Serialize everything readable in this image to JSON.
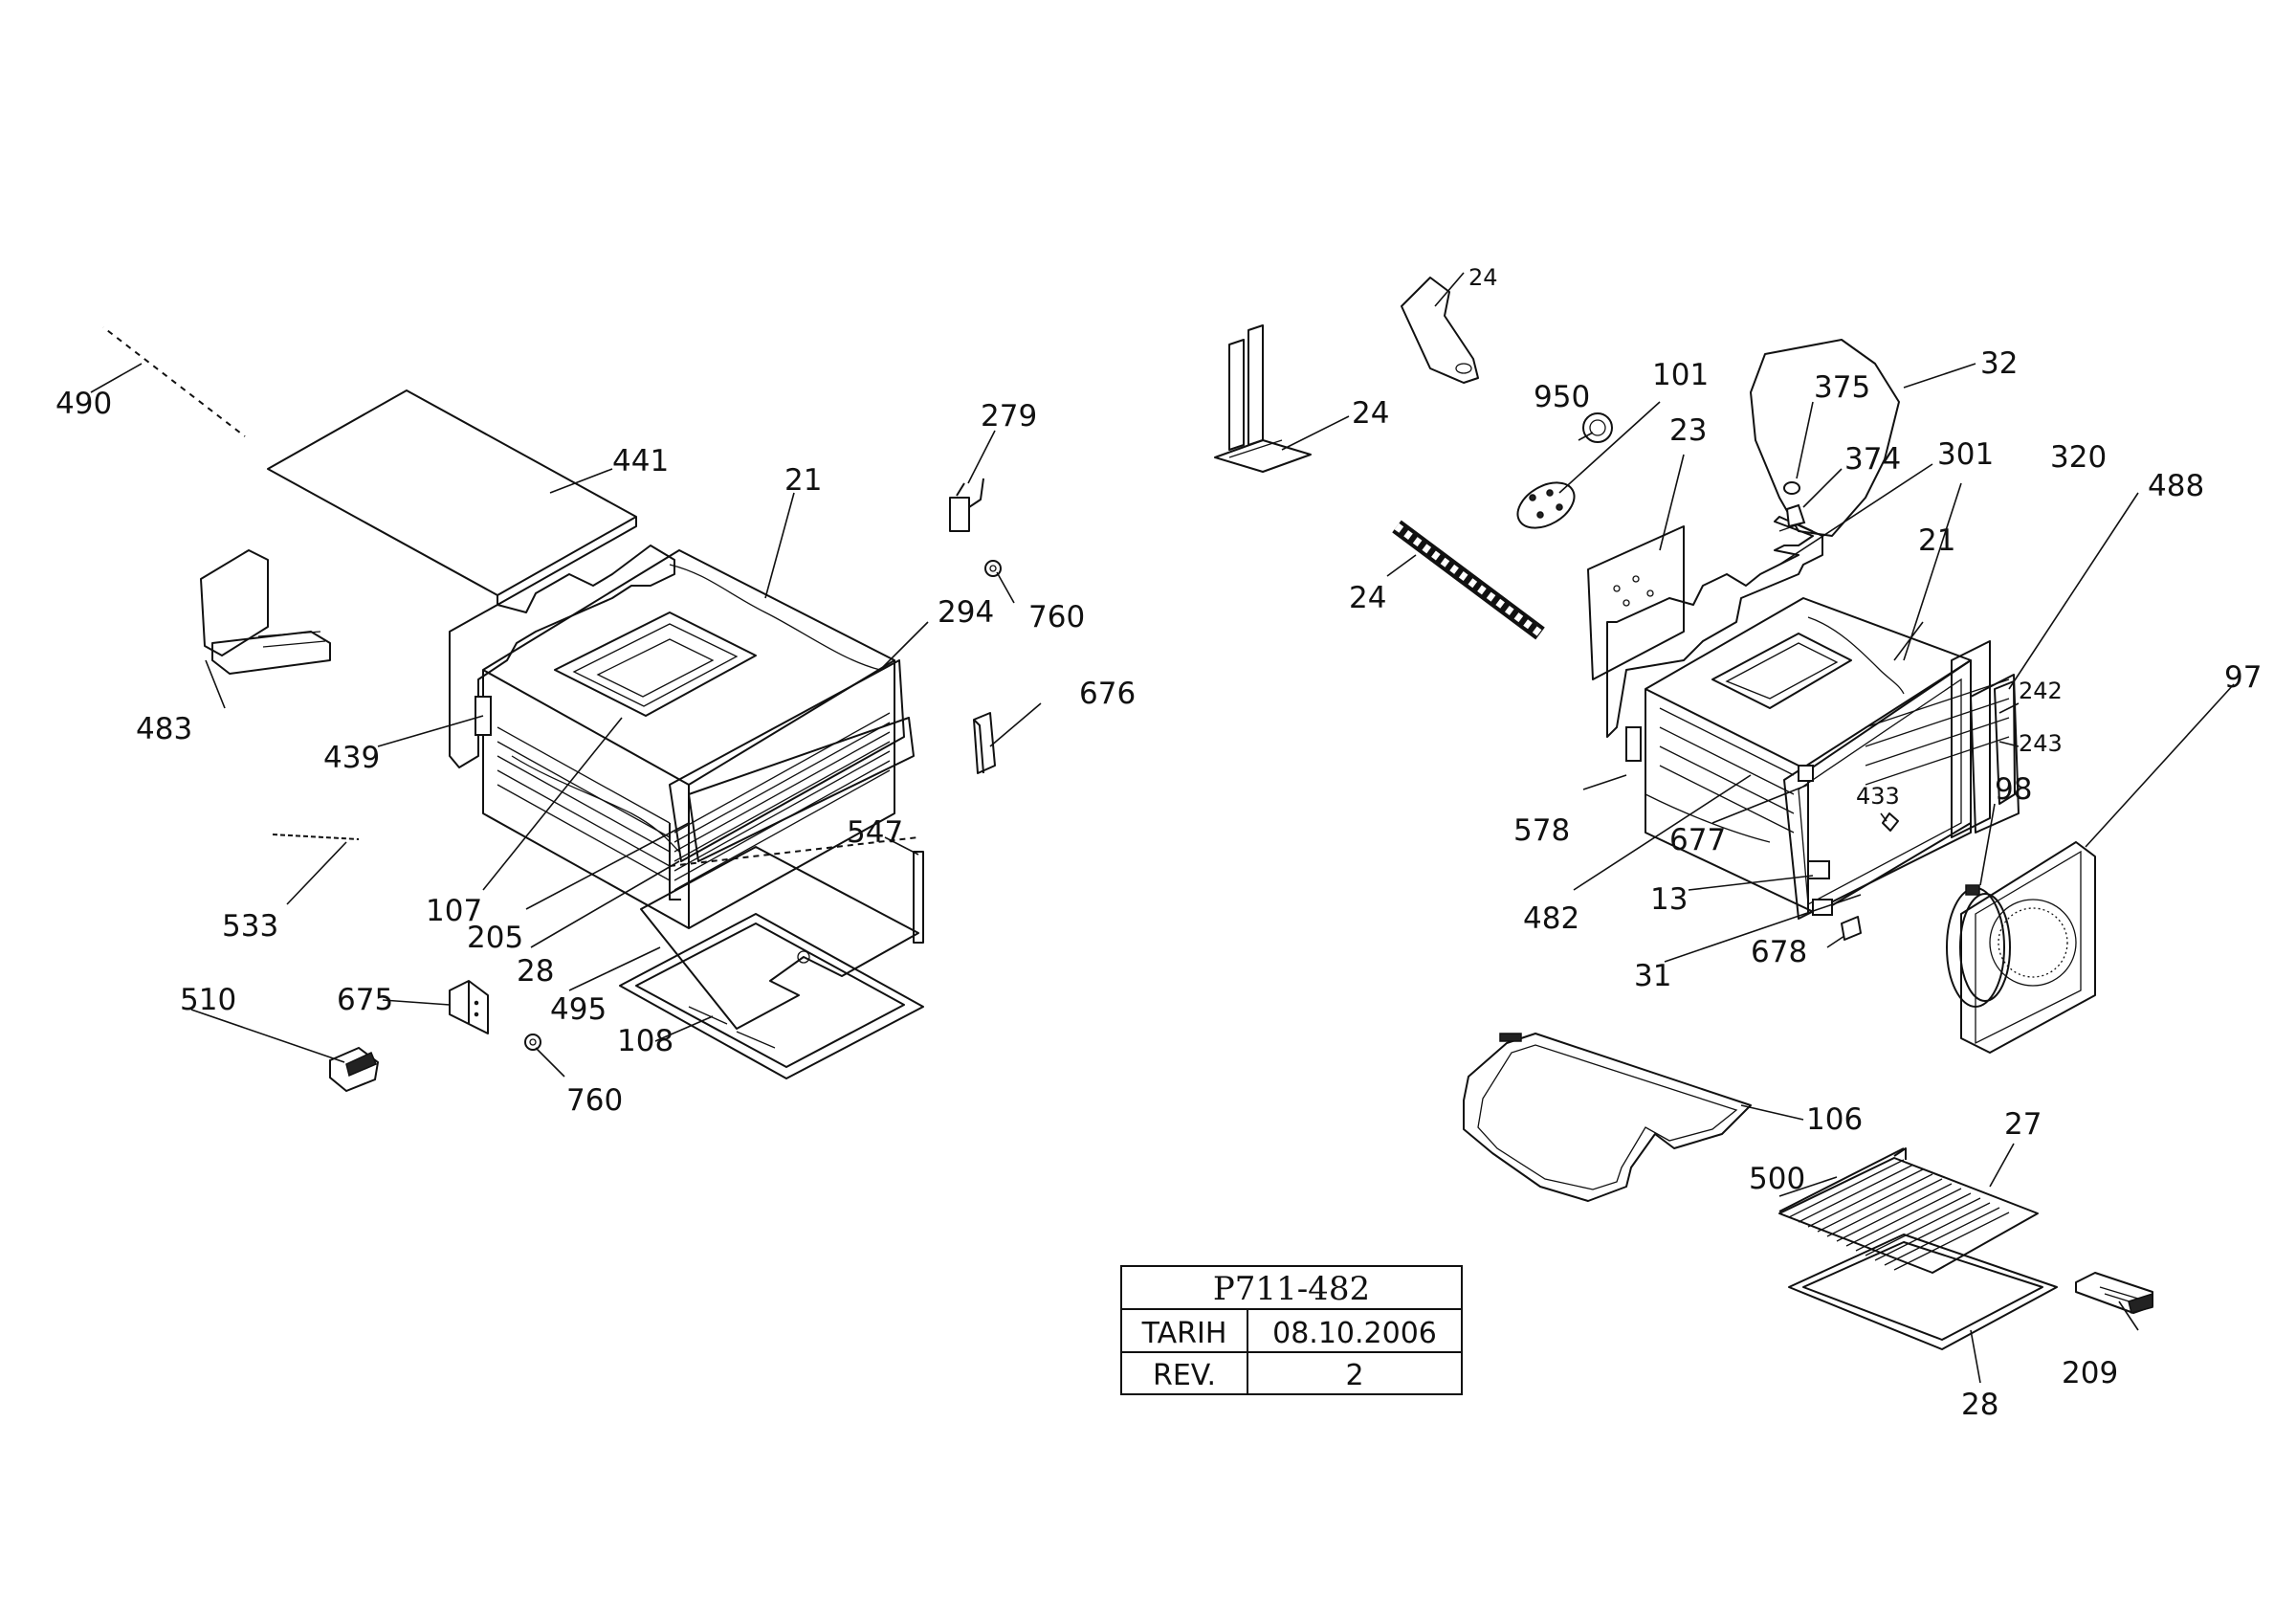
{
  "callouts": [
    {
      "id": "c490",
      "label": "490"
    },
    {
      "id": "c441",
      "label": "441"
    },
    {
      "id": "c21a",
      "label": "21"
    },
    {
      "id": "c279",
      "label": "279"
    },
    {
      "id": "c760a",
      "label": "760"
    },
    {
      "id": "c294",
      "label": "294"
    },
    {
      "id": "c483",
      "label": "483"
    },
    {
      "id": "c439",
      "label": "439"
    },
    {
      "id": "c676",
      "label": "676"
    },
    {
      "id": "c547",
      "label": "547"
    },
    {
      "id": "c533",
      "label": "533"
    },
    {
      "id": "c107",
      "label": "107"
    },
    {
      "id": "c205",
      "label": "205"
    },
    {
      "id": "c28a",
      "label": "28"
    },
    {
      "id": "c495",
      "label": "495"
    },
    {
      "id": "c510",
      "label": "510"
    },
    {
      "id": "c675",
      "label": "675"
    },
    {
      "id": "c108",
      "label": "108"
    },
    {
      "id": "c760b",
      "label": "760"
    },
    {
      "id": "c24a",
      "label": "24"
    },
    {
      "id": "c24b",
      "label": "24"
    },
    {
      "id": "c950",
      "label": "950"
    },
    {
      "id": "c101",
      "label": "101"
    },
    {
      "id": "c23",
      "label": "23"
    },
    {
      "id": "c32",
      "label": "32"
    },
    {
      "id": "c375",
      "label": "375"
    },
    {
      "id": "c374",
      "label": "374"
    },
    {
      "id": "c301",
      "label": "301"
    },
    {
      "id": "c320",
      "label": "320"
    },
    {
      "id": "c488",
      "label": "488"
    },
    {
      "id": "c24c",
      "label": "24"
    },
    {
      "id": "c21b",
      "label": "21"
    },
    {
      "id": "c242",
      "label": "242"
    },
    {
      "id": "c243",
      "label": "243"
    },
    {
      "id": "c97",
      "label": "97"
    },
    {
      "id": "c578",
      "label": "578"
    },
    {
      "id": "c433",
      "label": "433"
    },
    {
      "id": "c677",
      "label": "677"
    },
    {
      "id": "c98",
      "label": "98"
    },
    {
      "id": "c482",
      "label": "482"
    },
    {
      "id": "c13",
      "label": "13"
    },
    {
      "id": "c678",
      "label": "678"
    },
    {
      "id": "c31",
      "label": "31"
    },
    {
      "id": "c106",
      "label": "106"
    },
    {
      "id": "c27",
      "label": "27"
    },
    {
      "id": "c500",
      "label": "500"
    },
    {
      "id": "c209",
      "label": "209"
    },
    {
      "id": "c28b",
      "label": "28"
    }
  ],
  "title_block": {
    "drawing_no": "P711-482",
    "date_label": "TARIH",
    "date_value": "08.10.2006",
    "rev_label": "REV.",
    "rev_value": "2"
  }
}
